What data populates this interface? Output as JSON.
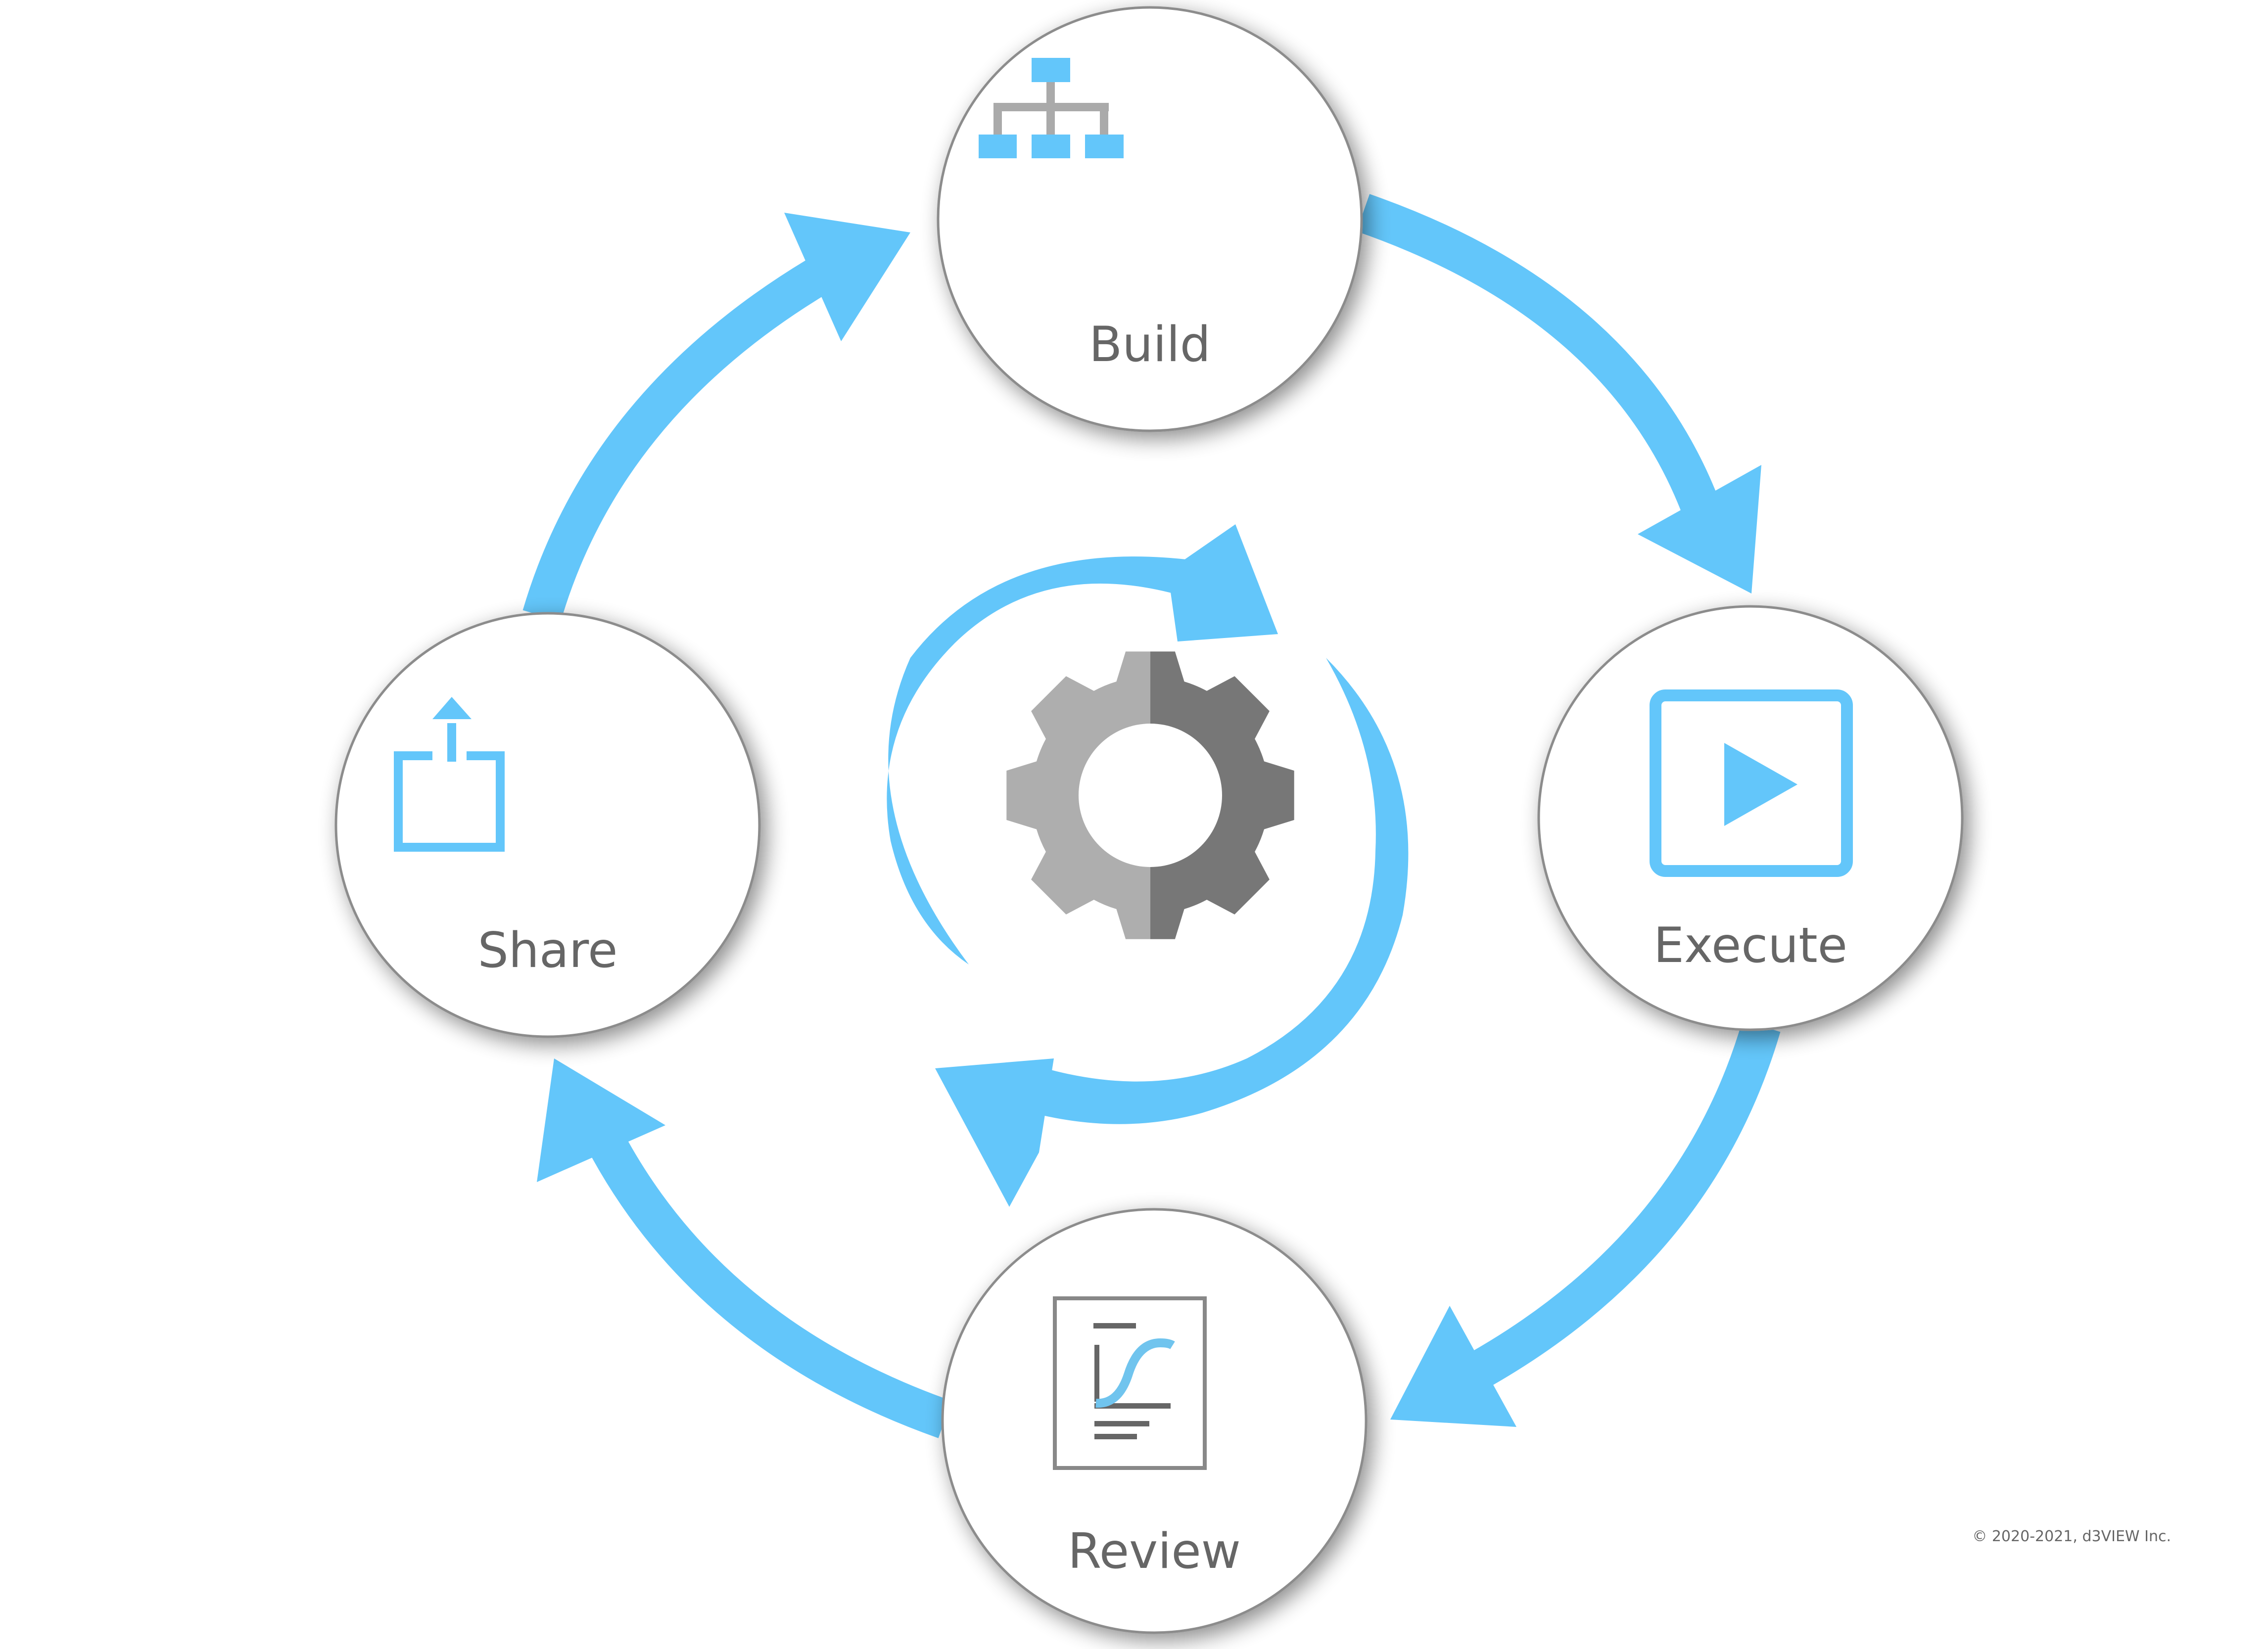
{
  "diagram": {
    "type": "cycle",
    "stages": [
      {
        "id": "build",
        "label": "Build",
        "icon": "hierarchy-icon"
      },
      {
        "id": "execute",
        "label": "Execute",
        "icon": "play-icon"
      },
      {
        "id": "review",
        "label": "Review",
        "icon": "report-chart-icon"
      },
      {
        "id": "share",
        "label": "Share",
        "icon": "share-upload-icon"
      }
    ],
    "flow": [
      "Build → Execute",
      "Execute → Review",
      "Review → Share",
      "Share → Build"
    ],
    "center_icon": "gear-cycle-icon"
  },
  "colors": {
    "accent": "#63C6FA",
    "gear_light": "#AEAEAE",
    "gear_dark": "#777777",
    "text": "#666666",
    "circle_border": "#8C8C8C"
  },
  "footer": {
    "copyright": "© 2020-2021, d3VIEW Inc."
  }
}
